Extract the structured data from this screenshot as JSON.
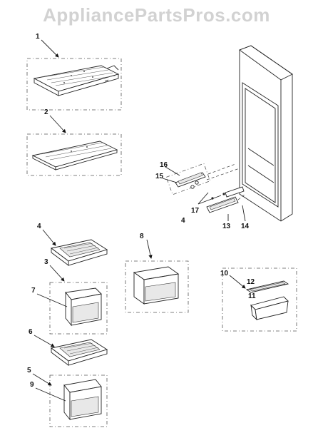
{
  "watermark": "AppliancePartsPros.com",
  "callouts": {
    "c1": "1",
    "c2": "2",
    "c3": "3",
    "c4a": "4",
    "c4b": "4",
    "c5": "5",
    "c6": "6",
    "c7": "7",
    "c8": "8",
    "c9": "9",
    "c10": "10",
    "c11": "11",
    "c12": "12",
    "c13": "13",
    "c14": "14",
    "c15": "15",
    "c16": "16",
    "c17": "17"
  }
}
